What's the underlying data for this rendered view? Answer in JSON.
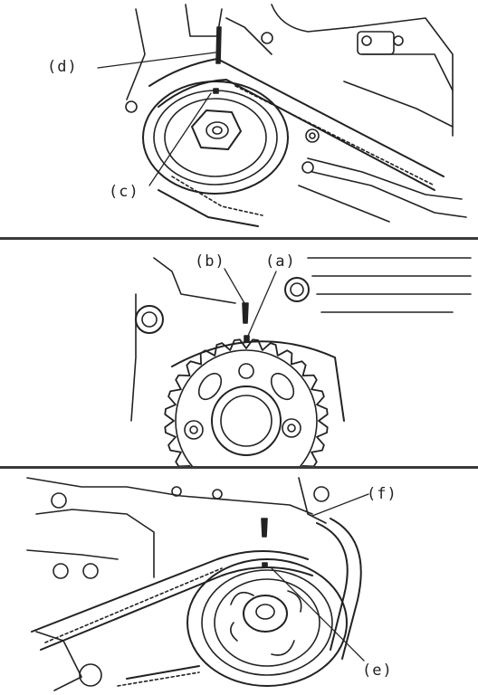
{
  "panels": [
    {
      "callouts": [
        "(d)",
        "(c)"
      ]
    },
    {
      "callouts": [
        "(b)",
        "(a)"
      ]
    },
    {
      "callouts": [
        "(f)",
        "(e)"
      ]
    }
  ],
  "colors": {
    "ink": "#222222",
    "paper": "#ffffff",
    "divider": "#3a3a3a"
  }
}
